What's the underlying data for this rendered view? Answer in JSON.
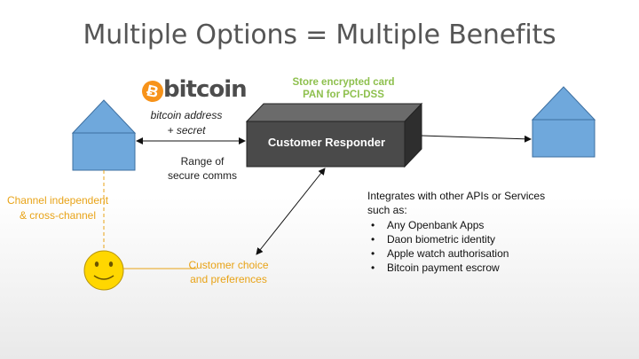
{
  "title": "Multiple Options = Multiple Benefits",
  "bitcoin": {
    "symbol": "Ƀ",
    "word": "bitcoin",
    "address_line1": "bitcoin address",
    "address_line2": "+ secret"
  },
  "storage": {
    "line1": "Store encrypted card",
    "line2": "PAN for PCI-DSS"
  },
  "responder": {
    "label": "Customer Responder"
  },
  "range": {
    "line1": "Range of",
    "line2": "secure comms"
  },
  "channel": {
    "line1": "Channel independent",
    "line2": "& cross-channel"
  },
  "choice": {
    "line1": "Customer choice",
    "line2": "and preferences"
  },
  "integrations": {
    "intro_line1": "Integrates with other APIs or Services",
    "intro_line2": "such as:",
    "items": [
      "Any Openbank Apps",
      "Daon biometric identity",
      "Apple watch authorisation",
      "Bitcoin payment escrow"
    ]
  },
  "colors": {
    "house_fill": "#6fa8dc",
    "house_stroke": "#3d6fa0",
    "box_front": "#4a4a4a",
    "smiley_fill": "#ffd700",
    "accent_orange": "#e8a317",
    "accent_green": "#8ec04e"
  }
}
